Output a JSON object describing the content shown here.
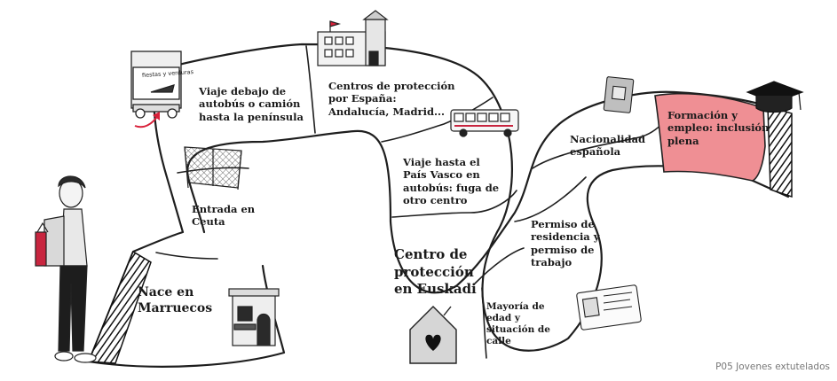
{
  "stages": {
    "nace": "Nace en\nMarruecos",
    "ceuta": "Entrada en\nCeuta",
    "viaje_bus": "Viaje debajo de\nautobús o camión\nhasta la península",
    "centros_espana": "Centros de protección\npor España:\nAndalucía, Madrid...",
    "viaje_pais_vasco": "Viaje hasta el\nPaís Vasco en\nautobús: fuga de\notro centro",
    "centro_euskadi": "Centro de\nprotección\nen Euskadi",
    "mayoria_edad": "Mayoría de\nedad y\nsituación de\ncalle",
    "permiso": "Permiso de\nresidencia y\npermiso de\ntrabajo",
    "nacionalidad": "Nacionalidad\nespañola",
    "formacion": "Formación y\nempleo: inclusión\nplena"
  },
  "truck_text": "fiestas y verduras",
  "caption": "P05 Jovenes extutelados",
  "colors": {
    "highlight": "#ef8f94",
    "road_line": "#222222",
    "bag_accent": "#c8253f",
    "arrow": "#d8203a"
  },
  "icons": [
    "person-figure",
    "house-icon",
    "fence-icon",
    "truck-icon",
    "building-icon",
    "bus-icon",
    "heart-house-icon",
    "id-card-icon",
    "passport-icon",
    "graduation-cap-icon",
    "arrow-icon"
  ]
}
